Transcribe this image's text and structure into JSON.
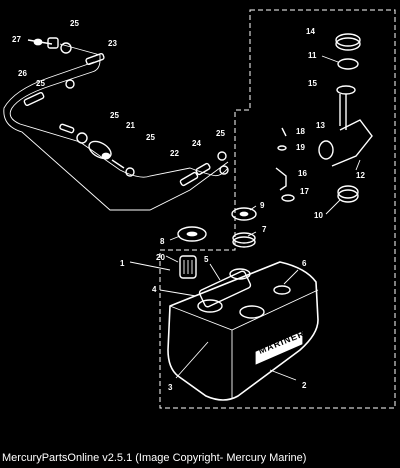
{
  "diagram": {
    "brand_label": "MARINER",
    "callouts": {
      "c1": "1",
      "c2": "2",
      "c3": "3",
      "c4": "4",
      "c5": "5",
      "c6": "6",
      "c7": "7",
      "c8": "8",
      "c9": "9",
      "c10": "10",
      "c11": "11",
      "c12": "12",
      "c13": "13",
      "c14": "14",
      "c15": "15",
      "c16": "16",
      "c17": "17",
      "c18": "18",
      "c19": "19",
      "c20": "20",
      "c21": "21",
      "c22": "22",
      "c23": "23",
      "c24": "24",
      "c25a": "25",
      "c25b": "25",
      "c25c": "25",
      "c25d": "25",
      "c25e": "25",
      "c26": "26",
      "c27": "27"
    }
  },
  "footer": {
    "caption": "MercuryPartsOnline v2.5.1 (Image Copyright- Mercury Marine)"
  }
}
